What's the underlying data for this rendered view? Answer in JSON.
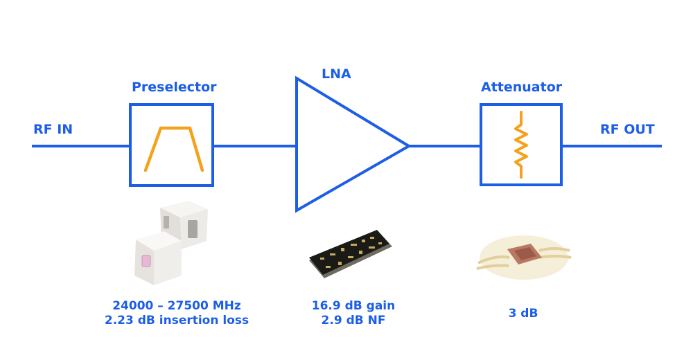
{
  "labels": {
    "rf_in": "RF IN",
    "rf_out": "RF OUT",
    "preselector": "Preselector",
    "lna": "LNA",
    "attenuator": "Attenuator"
  },
  "specs": {
    "preselector_line1": "24000 – 27500 MHz",
    "preselector_line2": "2.23 dB insertion loss",
    "lna_line1": "16.9 dB gain",
    "lna_line2": "2.9 dB NF",
    "attenuator_line1": "3 dB"
  },
  "colors": {
    "line": "#1c5ee8",
    "symbol": "#f4a11b"
  }
}
